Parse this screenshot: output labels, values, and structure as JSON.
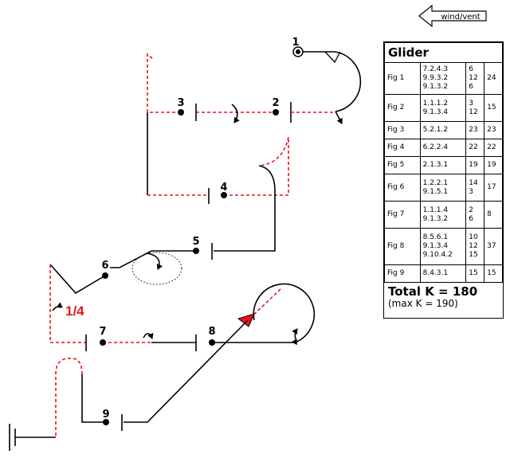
{
  "wind": {
    "label": "wind/vent"
  },
  "sequence": {
    "figures": [
      {
        "num": "1"
      },
      {
        "num": "2"
      },
      {
        "num": "3"
      },
      {
        "num": "4"
      },
      {
        "num": "5"
      },
      {
        "num": "6"
      },
      {
        "num": "7"
      },
      {
        "num": "8"
      },
      {
        "num": "9"
      }
    ],
    "roll_label": "1/4",
    "colors": {
      "dashed": "#e8141c",
      "solid": "#000000",
      "flag": "#e8141c"
    }
  },
  "kfactor": {
    "title": "Glider",
    "rows": [
      {
        "name": "Fig 1",
        "catalog": "7.2.4.3\n9.9.3.2\n9.1.3.2",
        "k": "6\n12\n6",
        "total": "24"
      },
      {
        "name": "Fig 2",
        "catalog": "1.1.1.2\n9.1.3.4",
        "k": "3\n12",
        "total": "15"
      },
      {
        "name": "Fig 3",
        "catalog": "5.2.1.2",
        "k": "23",
        "total": "23"
      },
      {
        "name": "Fig 4",
        "catalog": "6.2.2.4",
        "k": "22",
        "total": "22"
      },
      {
        "name": "Fig 5",
        "catalog": "2.1.3.1",
        "k": "19",
        "total": "19"
      },
      {
        "name": "Fig 6",
        "catalog": "1.2.2.1\n9.1.5.1",
        "k": "14\n3",
        "total": "17"
      },
      {
        "name": "Fig 7",
        "catalog": "1.1.1.4\n9.1.3.2",
        "k": "2\n6",
        "total": "8"
      },
      {
        "name": "Fig 8",
        "catalog": "8.5.6.1\n9.1.3.4\n9.10.4.2",
        "k": "10\n12\n15",
        "total": "37"
      },
      {
        "name": "Fig 9",
        "catalog": "8.4.3.1",
        "k": "15",
        "total": "15"
      }
    ],
    "total_label": "Total K = 180",
    "max_label": "(max K = 190)"
  }
}
